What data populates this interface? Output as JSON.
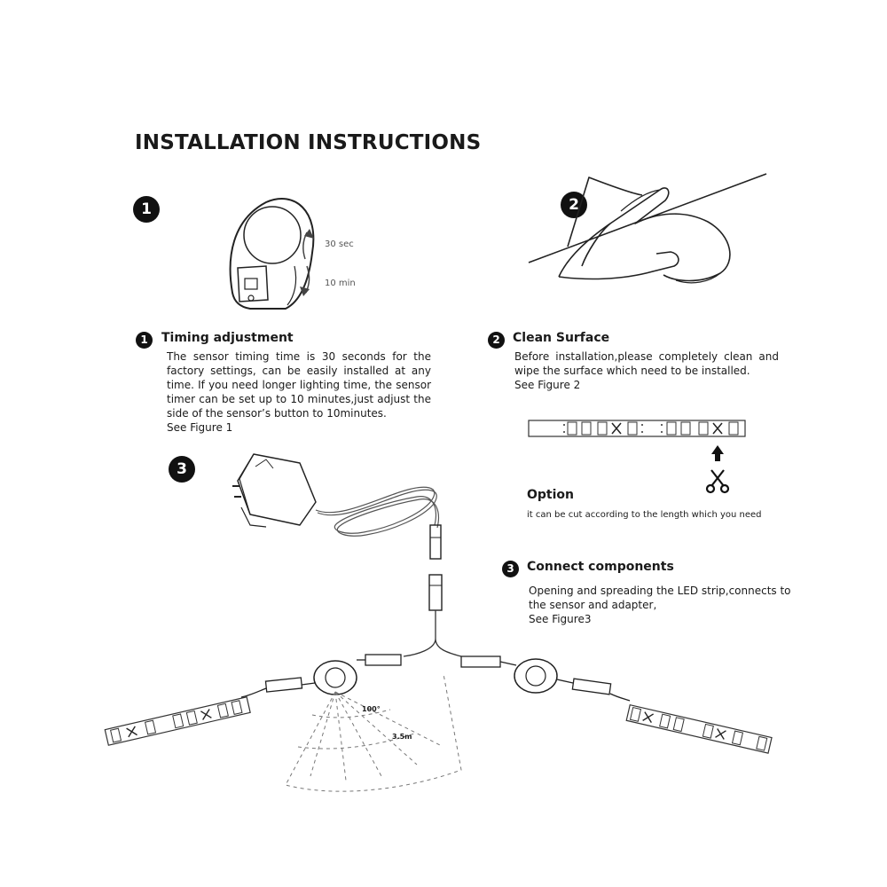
{
  "title": "INSTALLATION INSTRUCTIONS",
  "figures": {
    "fig1_badge": "1",
    "fig2_badge": "2",
    "fig3_badge": "3",
    "timer_max_label": "30 sec",
    "timer_min_label": "10 min",
    "angle_label": "100°",
    "distance_label": "3.5m"
  },
  "steps": [
    {
      "number": "1",
      "heading": "Timing adjustment",
      "lines": [
        "The sensor timing time is 30 seconds for the",
        "factory settings, can be easily installed at any",
        "time. If you need longer lighting time, the sensor",
        "timer can be set up to 10 minutes,just adjust the",
        "side of the sensor’s button to 10minutes.",
        "See Figure 1"
      ]
    },
    {
      "number": "2",
      "heading": "Clean Surface",
      "lines": [
        "Before installation,please completely clean and",
        "wipe the surface which need to be installed.",
        "See Figure 2"
      ]
    },
    {
      "number": "3",
      "heading": "Connect components",
      "lines": [
        "Opening and spreading the LED strip,connects to",
        "the sensor and adapter,",
        "See Figure3"
      ]
    }
  ],
  "option": {
    "heading": "Option",
    "text": "it can be cut according to the length which you need"
  },
  "icons": [
    "scissors-icon",
    "arrow-up-icon"
  ]
}
